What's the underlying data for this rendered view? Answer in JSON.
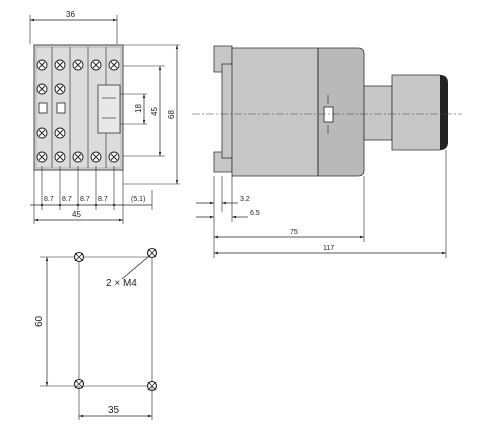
{
  "diagram": {
    "front_view": {
      "dims": {
        "top_width": "36",
        "pitch_1": "8.7",
        "pitch_2": "8.7",
        "pitch_3": "8.7",
        "pitch_4": "8.7",
        "bottom_width": "45",
        "side_ref": "(5.1)",
        "height_inner": "18",
        "height_mid": "45",
        "height_total": "68"
      }
    },
    "side_view": {
      "dims": {
        "rail_offset": "3.2",
        "rail_depth": "6.5",
        "depth_body": "75",
        "depth_total": "117"
      }
    },
    "mounting": {
      "screw_label": "2 × M4",
      "vertical_spacing": "60",
      "horizontal_spacing": "35"
    }
  }
}
